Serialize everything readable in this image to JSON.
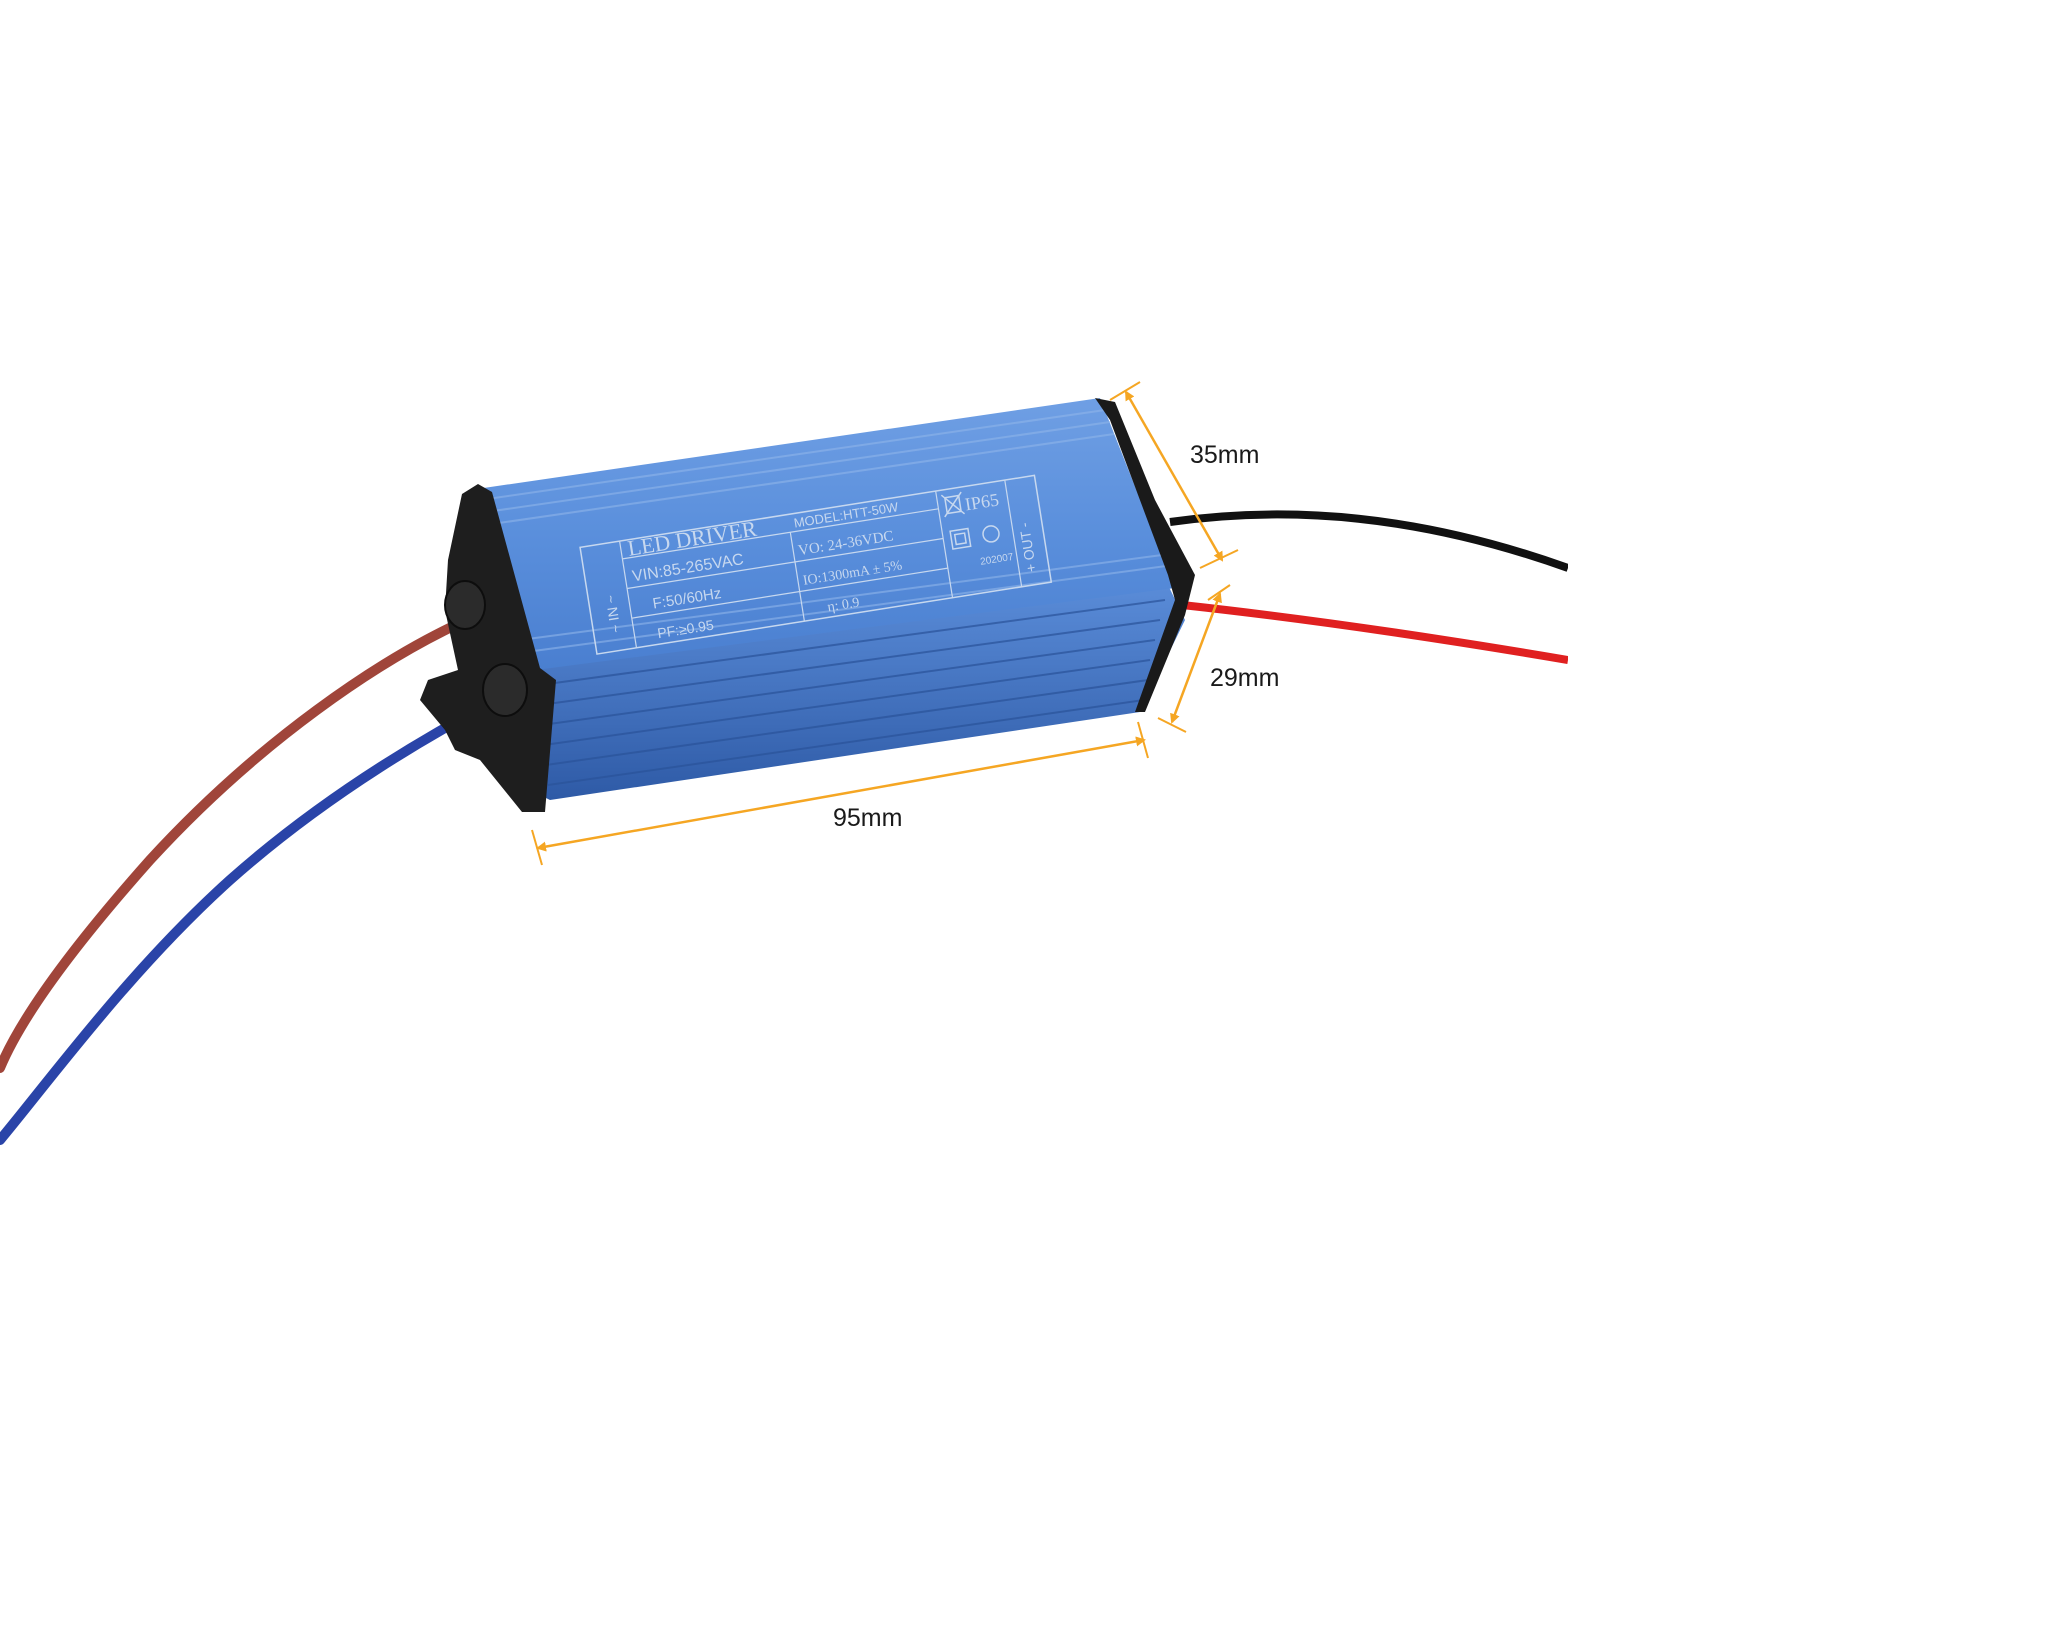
{
  "product": {
    "label": {
      "title": "LED DRIVER",
      "model": "MODEL:HTT-50W",
      "vin": "VIN:85-265VAC",
      "freq": "F:50/60Hz",
      "pf": "PF:≥0.95",
      "vo": "VO: 24-36VDC",
      "io": "IO:1300mA ± 5%",
      "eta": "η: 0.9",
      "ip": "IP65",
      "date": "202007",
      "input_mark": "~ IN ~",
      "output_mark": "+ OUT -"
    },
    "colors": {
      "housing": "#4f86d6",
      "housing_dark": "#2f5fb0",
      "end_cap": "#222222",
      "wire_brown": "#a0453a",
      "wire_blue": "#2a44a8",
      "wire_black": "#111111",
      "wire_red": "#e02020",
      "dimension": "#f5a623"
    }
  },
  "dimensions": {
    "height": "35mm",
    "width": "29mm",
    "length": "95mm"
  }
}
